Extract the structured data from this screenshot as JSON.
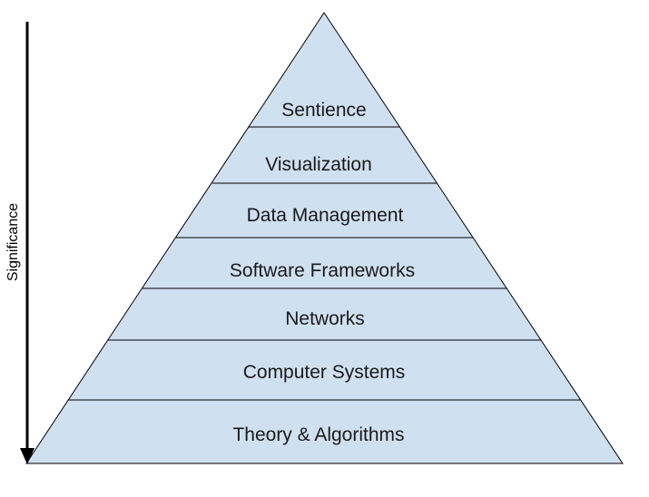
{
  "pyramid": {
    "layers": [
      {
        "label": "Sentience"
      },
      {
        "label": "Visualization"
      },
      {
        "label": "Data Management"
      },
      {
        "label": "Software Frameworks"
      },
      {
        "label": "Networks"
      },
      {
        "label": "Computer Systems"
      },
      {
        "label": "Theory & Algorithms"
      }
    ],
    "fill_color": "#cfe0f1",
    "line_color": "#000000"
  },
  "axis": {
    "label": "Significance",
    "direction": "downward-arrow"
  }
}
